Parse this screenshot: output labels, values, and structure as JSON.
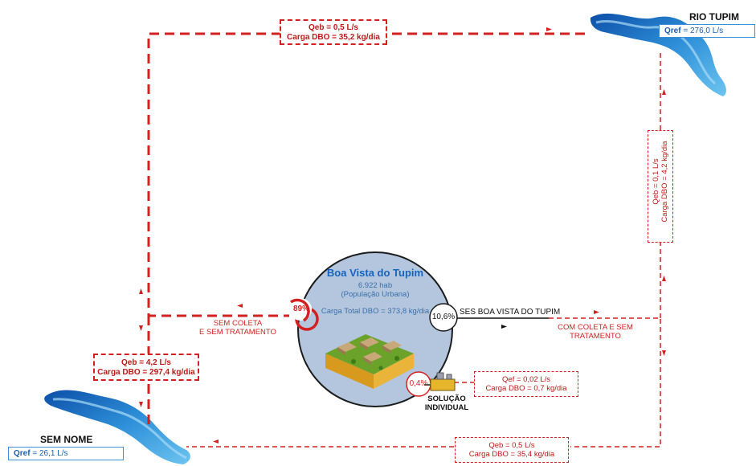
{
  "city": {
    "name": "Boa Vista do Tupim",
    "population": "6.922 hab",
    "population_type": "(População Urbana)",
    "total_load": "Carga Total DBO = 373,8 kg/dia"
  },
  "rivers": {
    "rio_tupim": {
      "name": "RIO TUPIM",
      "qref_label": "Qref",
      "qref_value": " = 276,0 L/s"
    },
    "sem_nome": {
      "name": "SEM NOME",
      "qref_label": "Qref",
      "qref_value": " = 26,1 L/s"
    }
  },
  "flows": {
    "top": {
      "qeb": "Qeb = 0,5 L/s",
      "carga": "Carga DBO = 35,2 kg/dia"
    },
    "left": {
      "qeb": "Qeb = 4,2 L/s",
      "carga": "Carga DBO = 297,4 kg/dia"
    },
    "right_vertical": {
      "qeb": "Qeb = 0,1 L/s",
      "carga": "Carga DBO = 4,2 kg/dia"
    },
    "bottom": {
      "qeb": "Qeb = 0,5 L/s",
      "carga": "Carga DBO = 35,4 kg/dia"
    },
    "individual": {
      "qef": "Qef = 0,02 L/s",
      "carga": "Carga DBO = 0,7 kg/dia"
    }
  },
  "destinations": {
    "sem_coleta": {
      "percent": "89%",
      "line1": "SEM COLETA",
      "line2": "E SEM TRATAMENTO"
    },
    "ses": {
      "percent": "10,6%",
      "name": "SES BOA VISTA DO TUPIM",
      "line1": "COM COLETA E SEM",
      "line2": "TRATAMENTO"
    },
    "individual": {
      "percent": "0,4%",
      "line1": "SOLUÇÃO",
      "line2": "INDIVIDUAL"
    }
  },
  "colors": {
    "flow_red": "#d32020",
    "city_fill": "#b3c6de",
    "river_blue": "#1f6fc4",
    "qref_border": "#3c8fd6"
  }
}
